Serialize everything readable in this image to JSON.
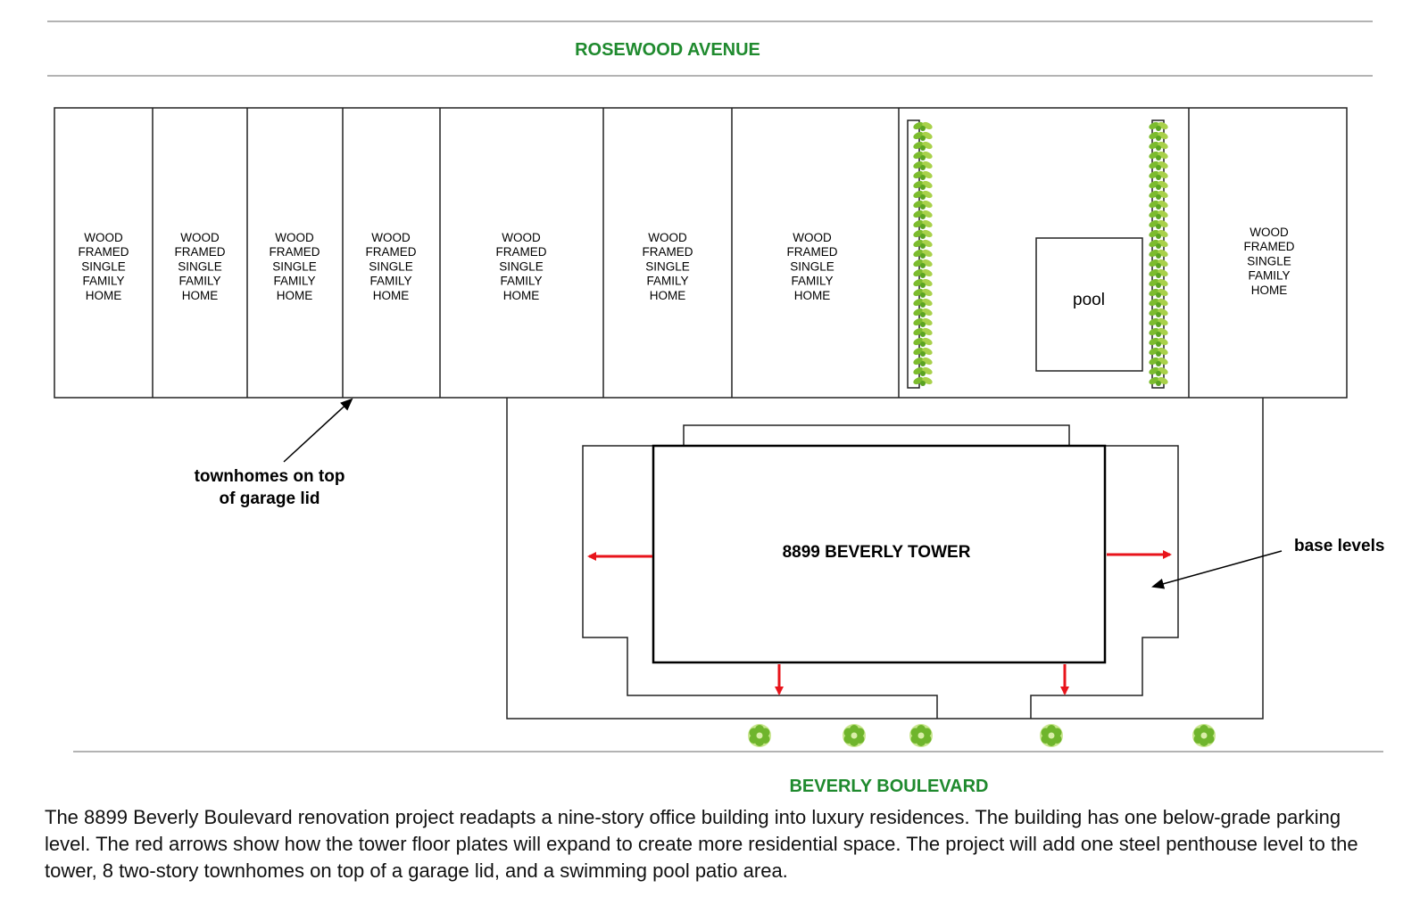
{
  "streets": {
    "north": "ROSEWOOD AVENUE",
    "south": "BEVERLY BOULEVARD"
  },
  "home_label": [
    "WOOD",
    "FRAMED",
    "SINGLE",
    "FAMILY",
    "HOME"
  ],
  "pool_label": "pool",
  "tower_label": "8899 BEVERLY TOWER",
  "callouts": {
    "townhomes_line1": "townhomes on top",
    "townhomes_line2": "of garage lid",
    "base_levels": "base levels"
  },
  "caption": "The 8899 Beverly Boulevard renovation project readapts a nine-story office building into luxury residences. The building has one below-grade parking level. The red arrows show how the tower floor plates will expand to create more residential space. The project will add one steel penthouse level to the tower, 8 two-story townhomes on top of a garage lid, and a swimming pool patio area.",
  "colors": {
    "street_label": "#1f8a2e",
    "expansion_arrow": "#e8141b",
    "foliage_dark": "#5aa322",
    "foliage_light": "#a9d14a"
  },
  "icons": {
    "hedge": "vine-hedge-icon",
    "shrub": "street-shrub-icon",
    "arrow": "expansion-arrow-icon"
  }
}
